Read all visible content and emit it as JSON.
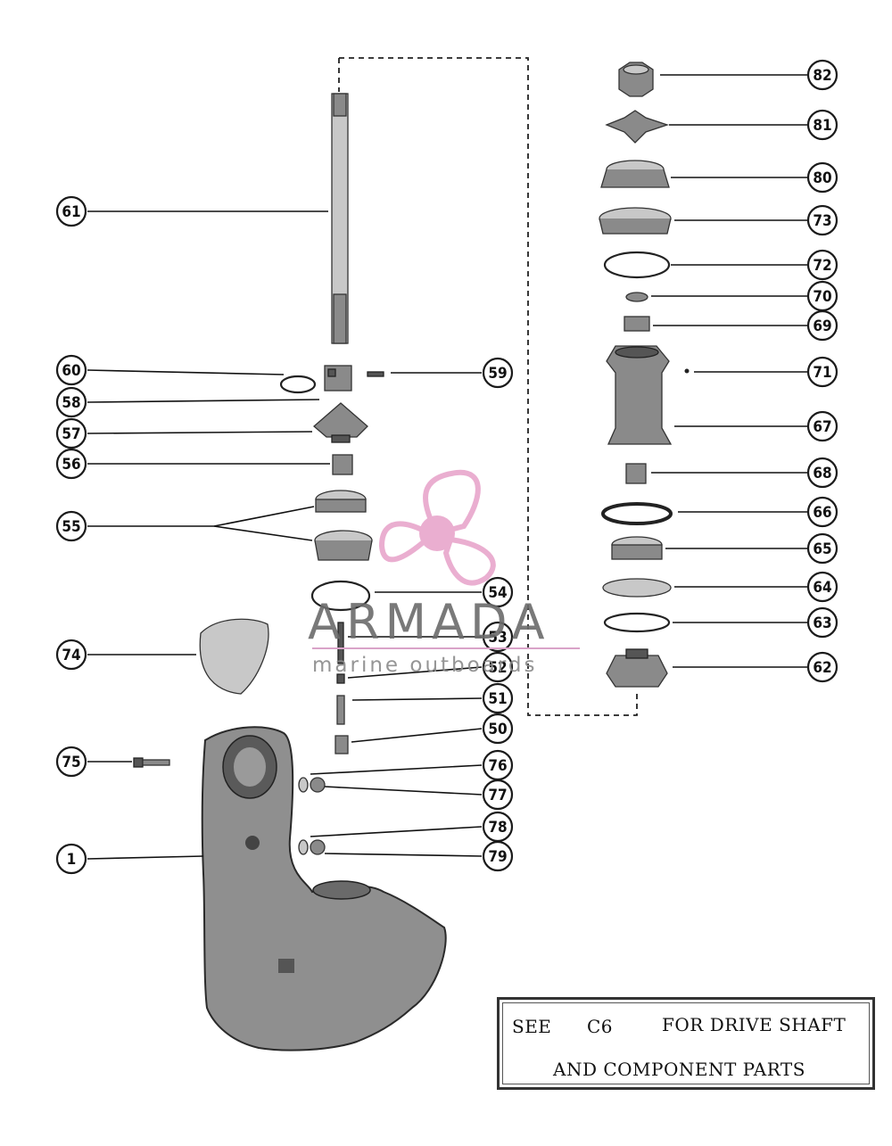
{
  "callouts": [
    {
      "id": "82",
      "label": "82"
    },
    {
      "id": "81",
      "label": "81"
    },
    {
      "id": "80",
      "label": "80"
    },
    {
      "id": "73",
      "label": "73"
    },
    {
      "id": "72",
      "label": "72"
    },
    {
      "id": "70",
      "label": "70"
    },
    {
      "id": "69",
      "label": "69"
    },
    {
      "id": "71",
      "label": "71"
    },
    {
      "id": "67",
      "label": "67"
    },
    {
      "id": "68",
      "label": "68"
    },
    {
      "id": "66",
      "label": "66"
    },
    {
      "id": "65",
      "label": "65"
    },
    {
      "id": "64",
      "label": "64"
    },
    {
      "id": "63",
      "label": "63"
    },
    {
      "id": "62",
      "label": "62"
    },
    {
      "id": "61",
      "label": "61"
    },
    {
      "id": "60",
      "label": "60"
    },
    {
      "id": "59",
      "label": "59"
    },
    {
      "id": "58",
      "label": "58"
    },
    {
      "id": "57",
      "label": "57"
    },
    {
      "id": "56",
      "label": "56"
    },
    {
      "id": "55",
      "label": "55"
    },
    {
      "id": "54",
      "label": "54"
    },
    {
      "id": "53",
      "label": "53"
    },
    {
      "id": "52",
      "label": "52"
    },
    {
      "id": "51",
      "label": "51"
    },
    {
      "id": "50",
      "label": "50"
    },
    {
      "id": "74",
      "label": "74"
    },
    {
      "id": "75",
      "label": "75"
    },
    {
      "id": "76",
      "label": "76"
    },
    {
      "id": "77",
      "label": "77"
    },
    {
      "id": "78",
      "label": "78"
    },
    {
      "id": "79",
      "label": "79"
    },
    {
      "id": "1",
      "label": "1"
    }
  ],
  "note": {
    "line1_see": "SEE",
    "line1_ref": "C6",
    "line1_rest": "FOR DRIVE SHAFT",
    "line2": "AND COMPONENT PARTS"
  },
  "watermark": {
    "brand": "ARMADA",
    "tagline": "marine outboards",
    "brand_color": "#e8a6cc",
    "logo": "propeller-logo"
  },
  "colors": {
    "line": "#111111",
    "background": "#ffffff",
    "part_gray": "#8a8a8a"
  }
}
